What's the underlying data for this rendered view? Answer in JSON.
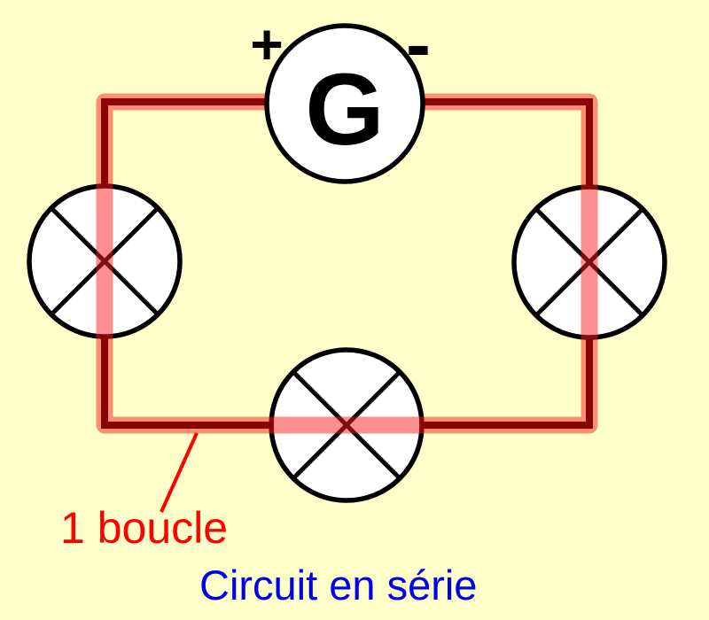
{
  "colors": {
    "background": "#FFFFC9",
    "wire": "#8B0404",
    "loop_highlight": "rgba(248,30,30,0.5)",
    "component_stroke": "#000000",
    "component_fill": "#FFFFFF",
    "annotation_red": "#FF0000",
    "caption_blue": "#0000EE"
  },
  "generator": {
    "label": "G",
    "positive_terminal": "+",
    "negative_terminal": "-"
  },
  "lamps": {
    "count": 3
  },
  "annotation": {
    "label": "1 boucle"
  },
  "caption": {
    "text": "Circuit en série"
  }
}
